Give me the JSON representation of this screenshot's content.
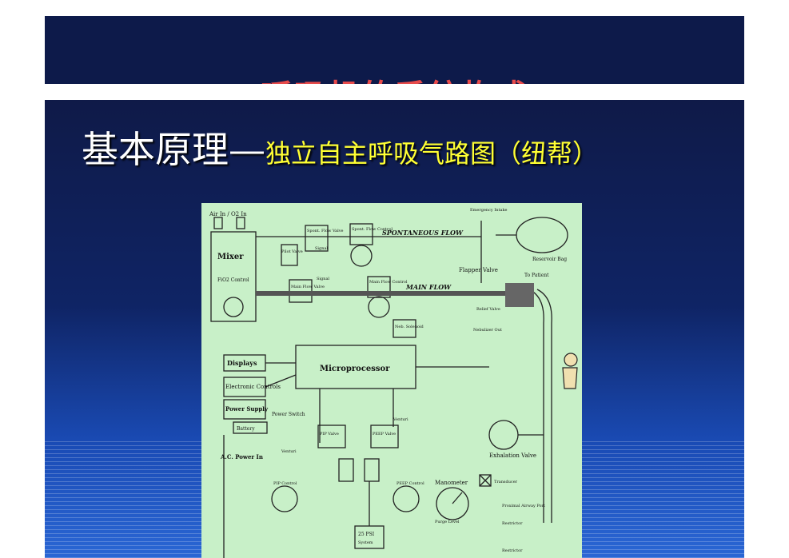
{
  "top_title": "呼吸机的系统构成",
  "heading": {
    "main": "基本原理—",
    "sub": "独立自主呼吸气路图（纽帮）"
  },
  "diagram": {
    "labels": {
      "air_o2_in": "Air In / O2 In",
      "mixer": "Mixer",
      "fio2_control": "FiO2 Control",
      "spont_flow_valve": "Spont. Flow Valve",
      "spont_flow_control": "Spont. Flow Control",
      "spontaneous_flow": "SPONTANEOUS FLOW",
      "emergency_intake": "Emergency Intake",
      "reservoir_bag": "Reservoir Bag",
      "flapper_valve": "Flapper Valve",
      "to_patient": "To Patient",
      "pilot_valve": "Pilot Valve",
      "signal": "Signal",
      "main_flow_valve": "Main Flow Valve",
      "main_flow_control": "Main Flow Control",
      "main_flow": "MAIN FLOW",
      "relief_valve": "Relief Valve",
      "neb_solenoid": "Neb. Solenoid",
      "nebulizer_out": "Nebulizer Out",
      "displays": "Displays",
      "electronic_controls": "Electronic Controls",
      "power_supply": "Power Supply",
      "battery": "Battery",
      "power_switch": "Power Switch",
      "ac_power_in": "A.C. Power In",
      "microprocessor": "Microprocessor",
      "pip_valve": "PIP Valve",
      "peep_valve": "PEEP Valve",
      "venturi": "Venturi",
      "exhalation_valve": "Exhalation Valve",
      "pip_control": "PIP Control",
      "peep_control": "PEEP Control",
      "manometer": "Manometer",
      "transducer": "Transducer",
      "proximal_airway_port": "Proximal Airway Port",
      "restrictor": "Restrictor",
      "purge_level": "Purge Level",
      "psi_regulator": "25 PSI",
      "psi_system": "System"
    }
  }
}
